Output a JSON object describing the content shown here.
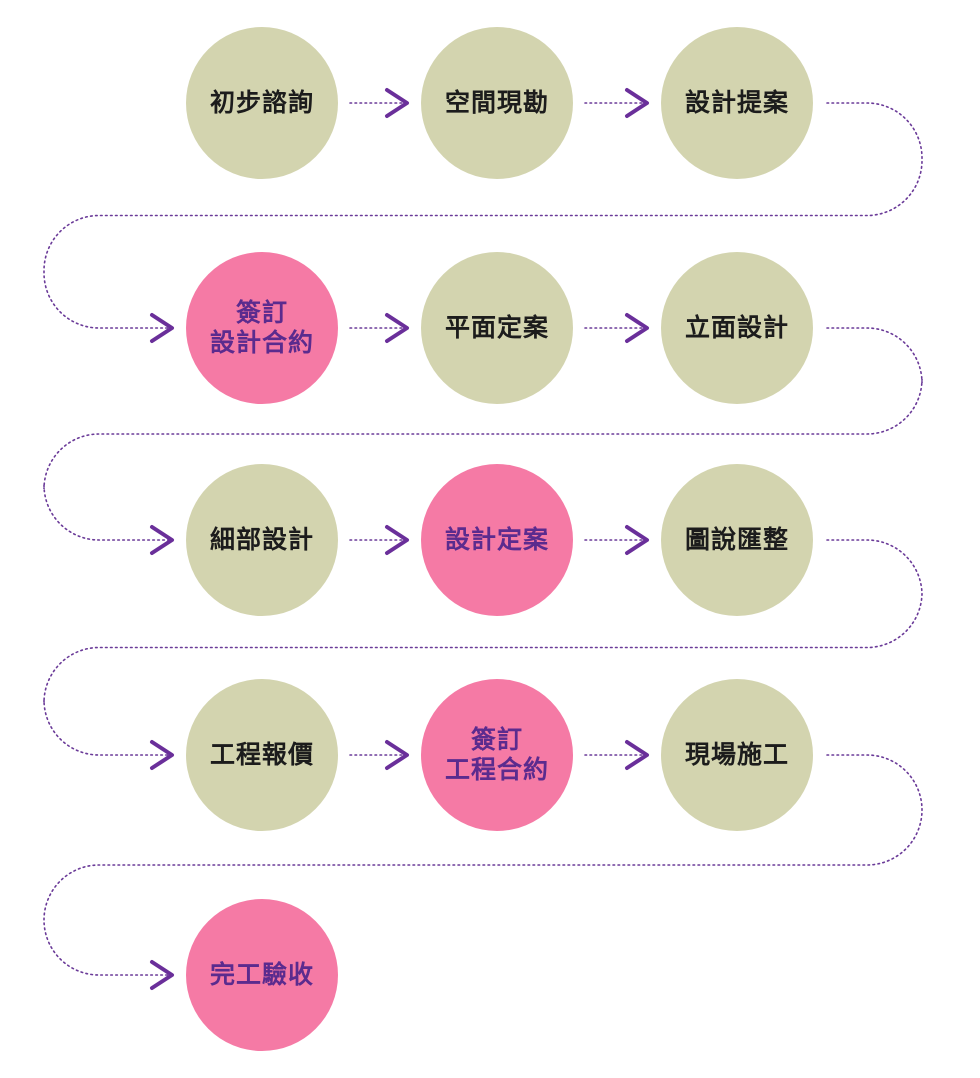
{
  "colors": {
    "normal_fill": "#d3d4af",
    "normal_text": "#1c1c1c",
    "key_fill": "#f57aa5",
    "key_text": "#5b2b8e",
    "connector": "#6a3a98",
    "arrow": "#6a2f9a"
  },
  "steps": [
    {
      "lines": [
        "初步諮詢"
      ],
      "kind": "normal"
    },
    {
      "lines": [
        "空間現勘"
      ],
      "kind": "normal"
    },
    {
      "lines": [
        "設計提案"
      ],
      "kind": "normal"
    },
    {
      "lines": [
        "簽訂",
        "設計合約"
      ],
      "kind": "key"
    },
    {
      "lines": [
        "平面定案"
      ],
      "kind": "normal"
    },
    {
      "lines": [
        "立面設計"
      ],
      "kind": "normal"
    },
    {
      "lines": [
        "細部設計"
      ],
      "kind": "normal"
    },
    {
      "lines": [
        "設計定案"
      ],
      "kind": "key"
    },
    {
      "lines": [
        "圖說匯整"
      ],
      "kind": "normal"
    },
    {
      "lines": [
        "工程報價"
      ],
      "kind": "normal"
    },
    {
      "lines": [
        "簽訂",
        "工程合約"
      ],
      "kind": "key"
    },
    {
      "lines": [
        "現場施工"
      ],
      "kind": "normal"
    },
    {
      "lines": [
        "完工驗收"
      ],
      "kind": "key"
    }
  ]
}
